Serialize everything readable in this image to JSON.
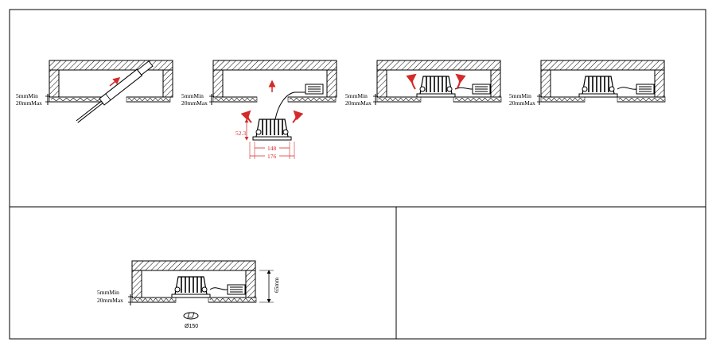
{
  "colors": {
    "line": "#000000",
    "accent": "#d42a2a",
    "background": "#ffffff"
  },
  "thickness": {
    "min": "5mmMin",
    "max": "20mmMax"
  },
  "dims": {
    "inner": "148",
    "outer": "176",
    "height": "52.3",
    "depth": "65mm",
    "cutout": "Ø150"
  },
  "icons": [
    "ceiling-hole-icon"
  ]
}
